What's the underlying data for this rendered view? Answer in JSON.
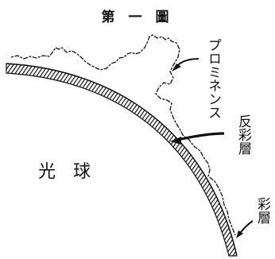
{
  "figure": {
    "title": "第　一　圖",
    "labels": {
      "prominence": "プロミネンス",
      "reversing_layer": "反彩層",
      "chromosphere": "彩層",
      "photosphere": "光　球"
    }
  }
}
